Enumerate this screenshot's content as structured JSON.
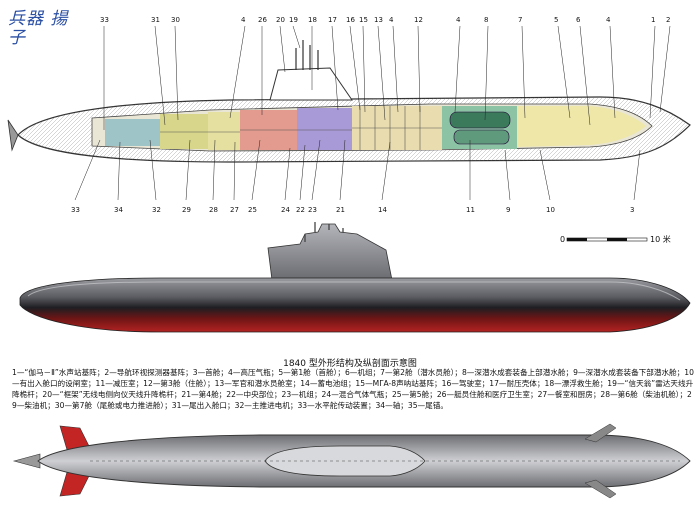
{
  "watermark": "兵器 揚子",
  "caption": "1840 型外形结构及纵剖面示意图",
  "legend_text": "1—“伽马－Ⅱ”水声站基阵；2—导航环视探测器基阵；3—首舱；4—高压气瓶；5—第1舱（首舱）；6—机组；7—第2舱（潜水员舱）；8—深潜水成套装备上部潜水舱；9—深潜水成套装备下部潜水舱；10—有出入舱口的设闸室；11—减压室；12—第3舱（住舱）；13—军官和潜水员舱室；14—蓄电池组；15—MΓA-8声呐站基阵；16—驾驶室；17—耐压壳体；18—漂浮救生舱；19—“信天翁”雷达天线升降桅杆；20—“框架”无线电侧向仪天线升降桅杆；21—第4舱；22—中央部位；23—机组；24—混合气体气瓶；25—第5舱；26—艇员住舱和医疗卫生室；27—餐室和厨房；28—第6舱（柴油机舱）；29—柴油机；30—第7舱（尾舱或电力推进舱）；31—尾出入舱口；32—主推进电机；33—水平舵传动装置；34—轴；35—尾锚。",
  "scale": {
    "start": "0",
    "end": "10 米"
  },
  "top_labels": [
    "33",
    "31",
    "30",
    "4",
    "26",
    "20",
    "19",
    "18",
    "17",
    "16",
    "15",
    "13",
    "4",
    "12",
    "4",
    "8",
    "7",
    "5",
    "6",
    "4",
    "1",
    "2"
  ],
  "bottom_labels": [
    "33",
    "34",
    "32",
    "29",
    "28",
    "27",
    "25",
    "24",
    "22",
    "23",
    "21",
    "14",
    "11",
    "9",
    "10",
    "3"
  ],
  "colors": {
    "hull_black": "#1e1e22",
    "hull_red": "#a51e1e",
    "hull_grey": "#8c8d91",
    "deck_grey": "#c4c5c8",
    "accent_blue": "#2b4fa3"
  }
}
